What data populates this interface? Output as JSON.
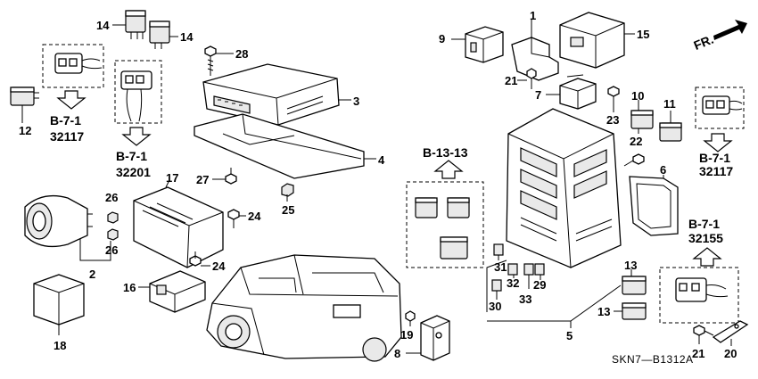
{
  "callouts": [
    "1",
    "2",
    "3",
    "4",
    "5",
    "6",
    "7",
    "8",
    "9",
    "10",
    "11",
    "12",
    "13",
    "13",
    "14",
    "14",
    "15",
    "16",
    "17",
    "18",
    "19",
    "20",
    "21",
    "21",
    "22",
    "23",
    "24",
    "24",
    "25",
    "26",
    "26",
    "27",
    "28",
    "29",
    "30",
    "31",
    "32",
    "33"
  ],
  "references": [
    {
      "label": "B-7-1",
      "code": "32117"
    },
    {
      "label": "B-7-1",
      "code": "32201"
    },
    {
      "label": "B-13-13"
    },
    {
      "label": "B-7-1",
      "code": "32117"
    },
    {
      "label": "B-7-1",
      "code": "32155"
    }
  ],
  "direction_label": "FR.",
  "diagram_code": "SKN7—B1312A"
}
